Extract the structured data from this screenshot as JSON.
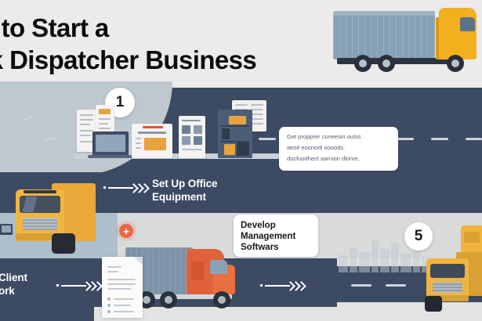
{
  "infographic": {
    "title": {
      "line1": "w to Start a",
      "line2": "ck Dispatcher Business"
    },
    "steps": [
      {
        "number": "1",
        "label": "Set Up Office Equipment"
      },
      {
        "number": "5",
        "label": ""
      }
    ],
    "labels": {
      "step_office": "Set Up Office\nEquipment",
      "step_office_line1": "Set Up Office",
      "step_office_line2": "Equipment",
      "client_network_line1": "Client",
      "client_network_line2": "ork"
    },
    "software_card": {
      "line1": "Develop",
      "line2": "Management",
      "line3": "Softwars"
    },
    "note_card": {
      "line1": "Get propprer coneesin outss",
      "line2": "aeoit eoonortl oooods.",
      "line3": "docfuodhect aarnion dlonre,"
    },
    "badges": {
      "plus": "+",
      "step_one": "1",
      "step_five": "5"
    },
    "colors": {
      "page_bg": "#ebe9e8",
      "road_navy": "#3d4a63",
      "band_blue": "#aebecb",
      "band_gray": "#d9dbdb",
      "truck_yellow": "#f0b43e",
      "truck_orange": "#e0613a",
      "trailer_blue": "#86a0b5",
      "accent_orange": "#e8694a",
      "card_white": "#ffffff",
      "title_black": "#0b0b0c"
    }
  }
}
